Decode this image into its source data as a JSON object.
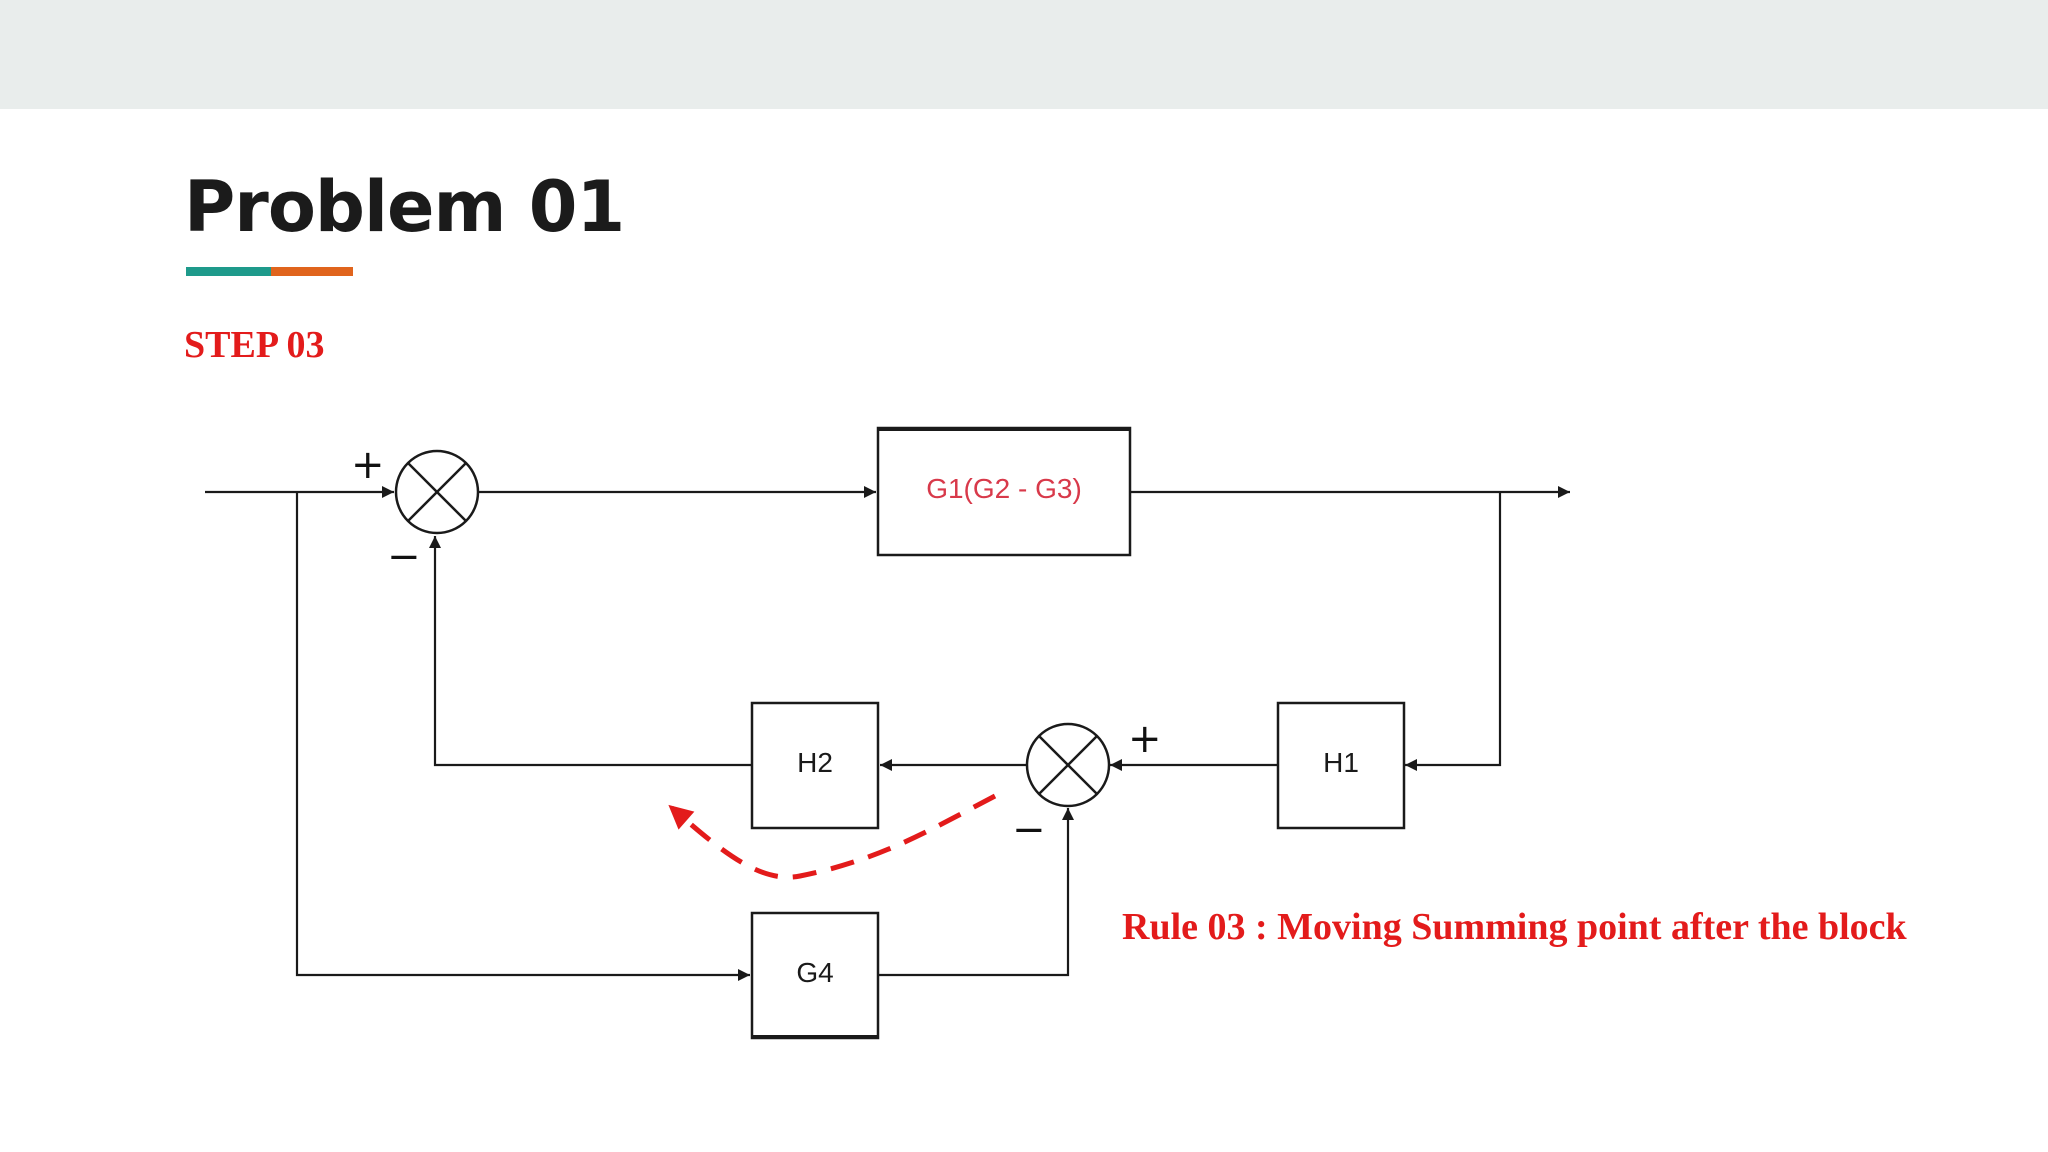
{
  "slide": {
    "title": "Problem 01",
    "step": "STEP 03",
    "rule_note": "Rule 03 : Moving Summing point after the block"
  },
  "colors": {
    "header_band": "#e9edec",
    "accent_teal": "#1e9a8b",
    "accent_orange": "#e0641d",
    "emphasis_red": "#e31b1b",
    "block_text_red": "#d8394a",
    "line": "#1a1a1a"
  },
  "diagram": {
    "blocks": {
      "forward": "G1(G2 - G3)",
      "h1": "H1",
      "h2": "H2",
      "g4": "G4"
    },
    "summing_junction_1": {
      "plus": "+",
      "minus": "−"
    },
    "summing_junction_2": {
      "plus": "+",
      "minus": "−"
    }
  }
}
